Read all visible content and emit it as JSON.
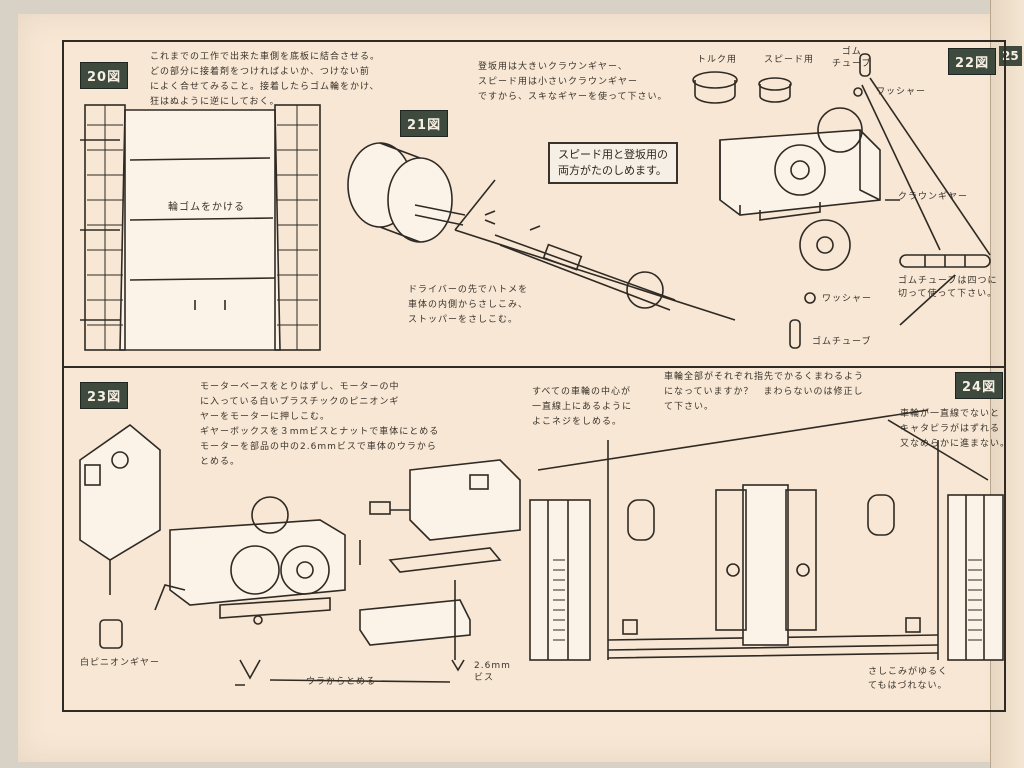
{
  "figures": {
    "fig20": {
      "label": "20図",
      "note": "これまでの工作で出来た車側を底板に結合させる。\nどの部分に接着剤をつければよいか、つけない前\nによく合せてみること。接着したらゴム輪をかけ、\n狂はぬように逆にしておく。",
      "tag": "輪ゴムをかける"
    },
    "fig21": {
      "label": "21図",
      "note_top": "登坂用は大きいクラウンギヤー、\nスピード用は小さいクラウンギヤー\nですから、スキなギヤーを使って下さい。",
      "box": "スピード用と登坂用の\n両方がたのしめます。",
      "note_bottom": "ドライバーの先でハトメを\n車体の内側からさしこみ、\nストッパーをさしこむ。"
    },
    "fig22": {
      "label": "22図",
      "torque": "トルク用",
      "speed": "スピード用",
      "rubber_tube_top": "ゴム\nチューブ",
      "washer_top": "ワッシャー",
      "crown_gear": "クラウンギヤー",
      "tube_note": "ゴムチューブは四つに\n切って使って下さい。",
      "washer_bottom": "ワッシャー",
      "rubber_tube_bottom": "ゴムチューブ"
    },
    "fig23": {
      "label": "23図",
      "note": "モーターベースをとりはずし、モーターの中\nに入っている白いプラスチックのピニオンギ\nヤーをモーターに押しこむ。\nギヤーボックスを３mmビスとナットで車体にとめる\nモーターを部品の中の2.6mmビスで車体のウラから\nとめる。",
      "pinion": "白ピニオンギヤー",
      "back": "ウラからとめる",
      "screw": "2.6mm\nビス"
    },
    "fig24": {
      "label": "24図",
      "note_left": "すべての車輪の中心が\n一直線上にあるように\nよこネジをしめる。",
      "note_top": "車輪全部がそれぞれ指先でかるくまわるよう\nになっていますか？　まわらないのは修正し\nて下さい。",
      "note_right": "車輪が一直線でないと\nキャタピラがはずれる\n又なめらかに進まない。",
      "note_bottom": "さしこみがゆるく\nてもはづれない。"
    }
  },
  "side_tab": "25"
}
